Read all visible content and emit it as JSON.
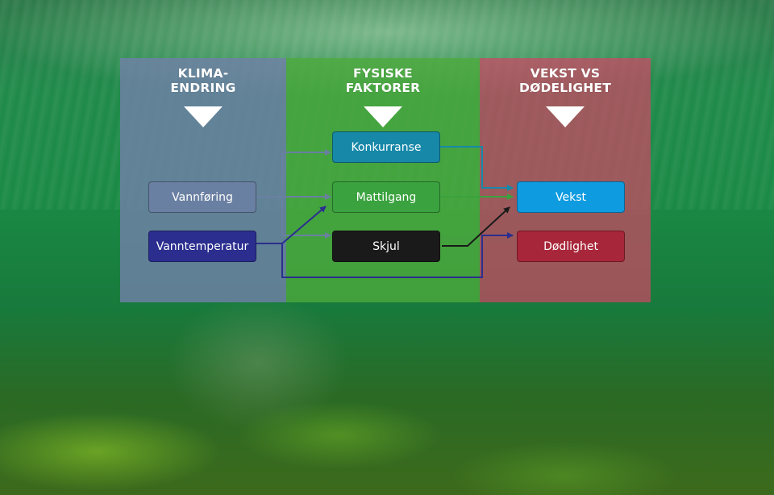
{
  "columns": {
    "klima": {
      "line1": "KLIMA-",
      "line2": "ENDRING"
    },
    "fysiske": {
      "line1": "FYSISKE",
      "line2": "FAKTORER"
    },
    "vekst": {
      "line1": "VEKST VS",
      "line2": "DØDELIGHET"
    }
  },
  "nodes": {
    "vannforing": "Vannføring",
    "vanntemperatur": "Vanntemperatur",
    "konkurranse": "Konkurranse",
    "mattilgang": "Mattilgang",
    "skjul": "Skjul",
    "vekst": "Vekst",
    "dodlighet": "Dødlighet"
  },
  "colors": {
    "klima_panel": "#7080a8",
    "fysiske_panel": "#4eaa3c",
    "vekst_panel": "#cd4664",
    "vannforing": "#6a80a2",
    "vanntemperatur": "#2b2e8e",
    "konkurranse": "#1788a8",
    "mattilgang": "#3aa23e",
    "skjul": "#1a1a1a",
    "vekst": "#0f9be0",
    "dodlighet": "#a82639"
  }
}
